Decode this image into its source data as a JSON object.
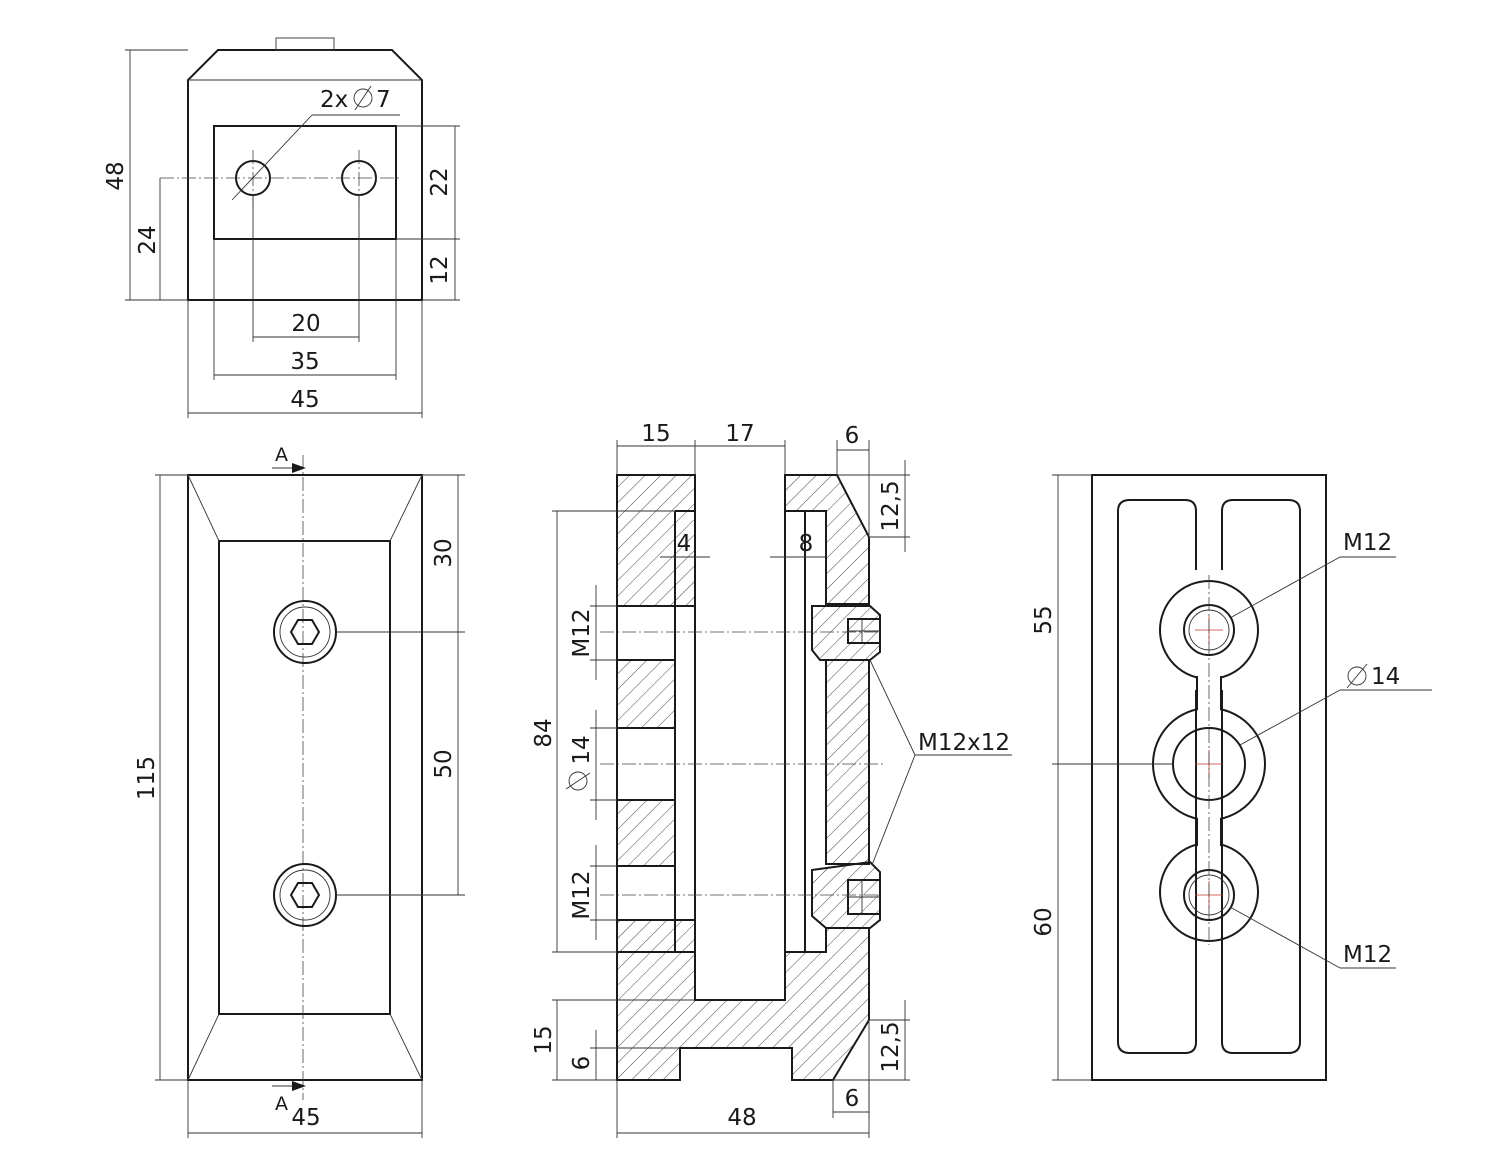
{
  "views": {
    "top": {
      "dims": {
        "holes": "2x",
        "hole_dia": "7",
        "height": "48",
        "center_height": "24",
        "slot_height": "22",
        "slot_offset": "12",
        "hole_spacing": "20",
        "slot_width": "35",
        "width": "45"
      }
    },
    "front": {
      "section_mark": "A",
      "dims": {
        "length": "115",
        "top_offset": "30",
        "hole_spacing": "50",
        "width": "45"
      }
    },
    "section": {
      "dims": {
        "left_wall": "15",
        "slot": "17",
        "chamfer_top": "6",
        "chamfer_height_top": "12,5",
        "inner_left": "4",
        "inner_right": "8",
        "thread_top": "M12",
        "bore": "14",
        "thread_bottom": "M12",
        "depth": "84",
        "base": "15",
        "base_recess": "6",
        "chamfer_height_bottom": "12,5",
        "chamfer_bottom": "6",
        "width": "48",
        "set_screw": "M12x12"
      }
    },
    "back": {
      "dims": {
        "upper": "55",
        "lower": "60",
        "thread_top": "M12",
        "bore": "14",
        "thread_bottom": "M12"
      }
    }
  },
  "colors": {
    "line": "#1a1a1a",
    "center_mark": "#c0392b",
    "background": "#ffffff"
  },
  "icons": {
    "diameter": "diameter-symbol"
  }
}
